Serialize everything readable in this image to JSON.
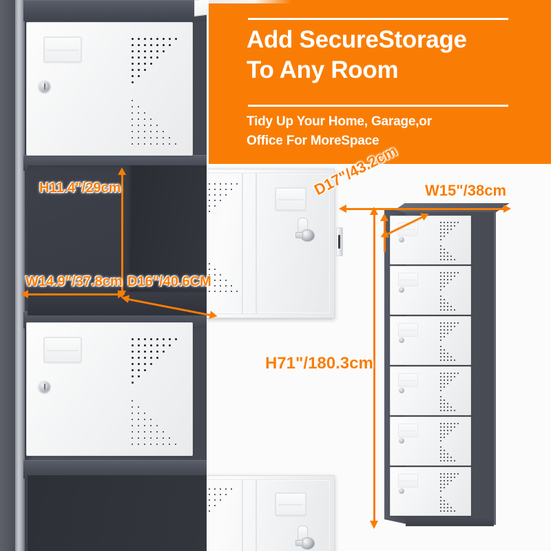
{
  "banner": {
    "headline_line1": "Add SecureStorage",
    "headline_line2": "To Any Room",
    "subhead_line1": "Tidy Up Your Home, Garage,or",
    "subhead_line2": "Office For MoreSpace",
    "background_color": "#f97d05",
    "text_color": "#ffffff"
  },
  "annotations": {
    "accent_color": "#f97d05",
    "compartment_height": "H11.4\"/29cm",
    "compartment_width": "W14.9\"/37.8cm",
    "compartment_depth": "D16\"/40.6CM",
    "unit_depth": "D17\"/43.2cm",
    "unit_width": "W15\"/38cm",
    "unit_height": "H71\"/180.3cm"
  },
  "product": {
    "body_color": "#4a4e58",
    "door_color": "#f2f3f4",
    "tall_unit_tiers": 6,
    "door_features": [
      "label-holder",
      "key-lock",
      "perforated-vent"
    ]
  }
}
